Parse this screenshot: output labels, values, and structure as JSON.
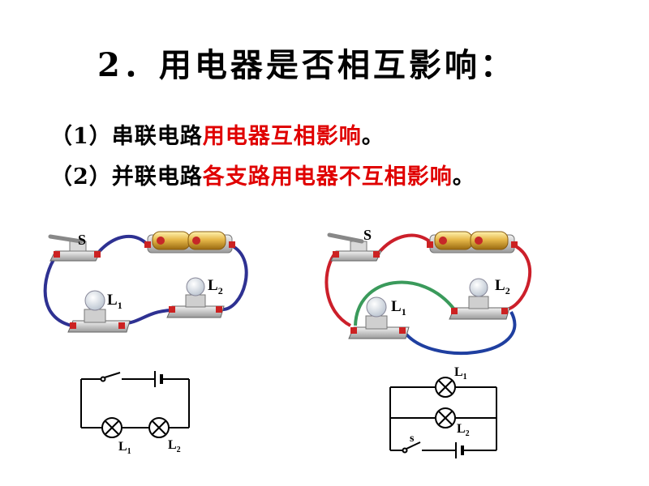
{
  "title": "2．用电器是否相互影响：",
  "series_line": {
    "prefix": "（1）串联电路",
    "highlight": "用电器互相影响",
    "suffix": "。"
  },
  "parallel_line": {
    "prefix": "（2）并联电路",
    "highlight": "各支路用电器不互相影响",
    "suffix": "。"
  },
  "labels": {
    "switch": "S",
    "lamp": "L",
    "sub1": "1",
    "sub2": "2",
    "switch_schematic": "s"
  },
  "colors": {
    "highlight": "#e00000",
    "wire_series": "#2e3192",
    "wire_red": "#cc1f2a",
    "wire_green": "#3a9a5b",
    "wire_blue": "#1f3fa0"
  }
}
